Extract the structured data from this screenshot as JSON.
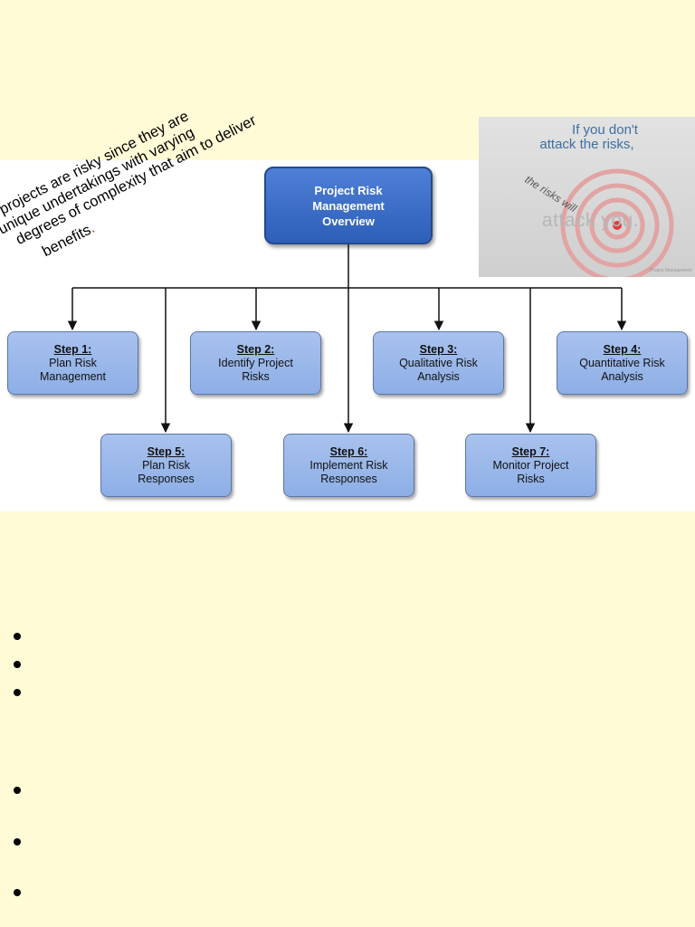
{
  "intro_text": {
    "line1": "All projects are risky since they are",
    "line2": "unique undertakings with varying",
    "line3": "degrees of complexity that aim to deliver",
    "line4": "benefits",
    "end_mark": "."
  },
  "poster": {
    "line1": "If you don't",
    "line2": "attack the risks,",
    "diagonal": "the risks will",
    "attack_text": "attack you.",
    "credit": "Project Management"
  },
  "diagram": {
    "root": {
      "line1": "Project Risk",
      "line2": "Management",
      "line3": "Overview"
    },
    "steps": [
      {
        "title": "Step 1:",
        "line1": "Plan Risk",
        "line2": "Management"
      },
      {
        "title": "Step 2:",
        "line1": "Identify Project",
        "line2": "Risks"
      },
      {
        "title": "Step 3:",
        "line1": "Qualitative Risk",
        "line2": "Analysis"
      },
      {
        "title": "Step 4:",
        "line1": "Quantitative Risk",
        "line2": "Analysis"
      },
      {
        "title": "Step 5:",
        "line1": "Plan Risk",
        "line2": "Responses"
      },
      {
        "title": "Step 6:",
        "line1": "Implement Risk",
        "line2": "Responses"
      },
      {
        "title": "Step 7:",
        "line1": "Monitor Project",
        "line2": "Risks"
      }
    ]
  },
  "colors": {
    "page_background": "#fffbd6",
    "box_fill": "#9bb8ea",
    "root_fill": "#3a6cc7",
    "connector": "#111111"
  }
}
